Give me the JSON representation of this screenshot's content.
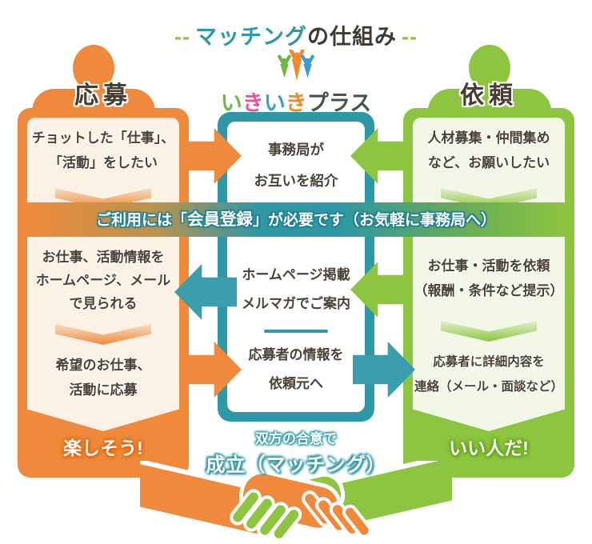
{
  "title": {
    "dash_left": "--",
    "matching": "マッチング",
    "rest": "の仕組み",
    "dash_right": "--"
  },
  "logo": {
    "icon": "three-people-cheering",
    "name_chars": [
      "い",
      "き",
      "い",
      "き"
    ],
    "name_suffix": "プラス"
  },
  "banner": {
    "pre": "ご利用には「",
    "strong": "会員登録",
    "post": "」が必要です（お気軽に事務局へ）"
  },
  "left_column": {
    "role_label": "応募",
    "box1": {
      "line1": "チョットした「仕事」、",
      "line2": "「活動」をしたい"
    },
    "box2": {
      "line1": "お仕事、活動情報を",
      "line2": "ホームページ、メール",
      "line3": "で見られる"
    },
    "box3": {
      "line1": "希望のお仕事、",
      "line2": "活動に応募"
    },
    "outcome": "楽しそう!"
  },
  "center_column": {
    "box1": {
      "line1": "事務局が",
      "line2": "お互いを紹介"
    },
    "box2": {
      "line1": "ホームページ掲載",
      "line2": "メルマガでご案内"
    },
    "box3": {
      "line1": "応募者の情報を",
      "line2": "依頼元へ"
    }
  },
  "right_column": {
    "role_label": "依頼",
    "box1": {
      "line1": "人材募集・仲間集め",
      "line2": "など、お願いしたい"
    },
    "box2": {
      "line1": "お仕事・活動を依頼",
      "line2": "（報酬・条件など提示）"
    },
    "box3": {
      "line1": "応募者に詳細内容を",
      "line2": "連絡（メール・面談など）"
    },
    "outcome": "いい人だ!"
  },
  "conclusion": {
    "line1": "双方の合意で",
    "line2": "成立（マッチング）"
  },
  "colors": {
    "orange": "#EF8A3C",
    "green": "#8DC540",
    "teal": "#2E98A6",
    "cream": "#FBF1E5",
    "pale_green": "#F2F7E8",
    "logo_green": "#6CB93F",
    "logo_pink": "#E8559B",
    "logo_blue": "#3D9BD3",
    "logo_orange": "#F08A2D",
    "logo_dark": "#45544E",
    "text_dark": "#4A4237"
  }
}
